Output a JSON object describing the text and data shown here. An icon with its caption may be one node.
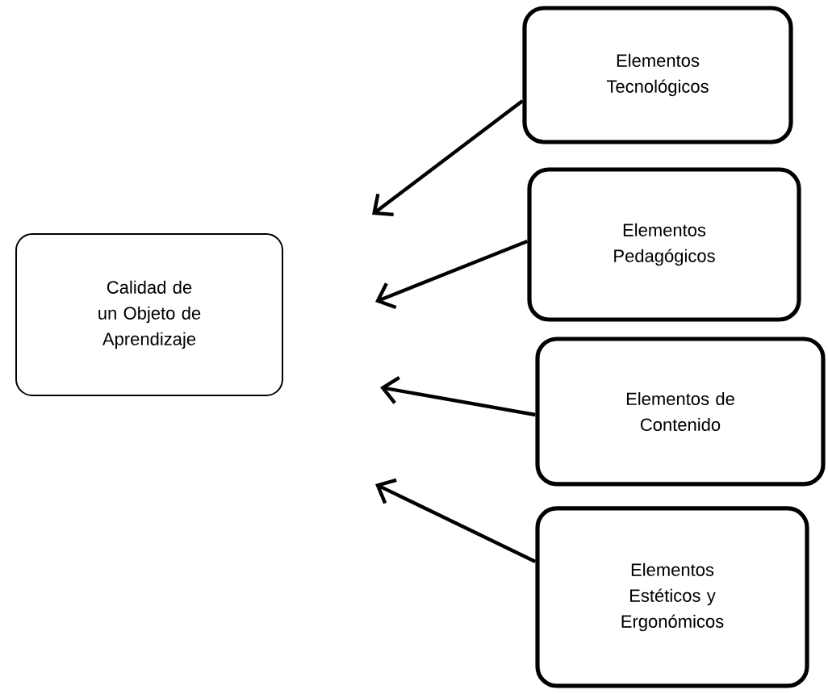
{
  "diagram": {
    "nodes": [
      {
        "text": [
          "Calidad de un Objeto de Aprendizaje"
        ]
      },
      {
        "text": [
          "Elementos Tecnológicos"
        ]
      },
      {
        "text": [
          "Elementos Pedagógicos"
        ]
      },
      {
        "text": [
          "Elementos de Contenido"
        ]
      },
      {
        "text": [
          "Elementos Estéticos y Ergonómicos"
        ]
      }
    ],
    "edges": [
      {
        "from": 1,
        "to": null,
        "arrow": "to"
      },
      {
        "from": 2,
        "to": null,
        "arrow": "to"
      },
      {
        "from": 3,
        "to": null,
        "arrow": "to"
      },
      {
        "from": 4,
        "to": null,
        "arrow": "to"
      }
    ]
  }
}
